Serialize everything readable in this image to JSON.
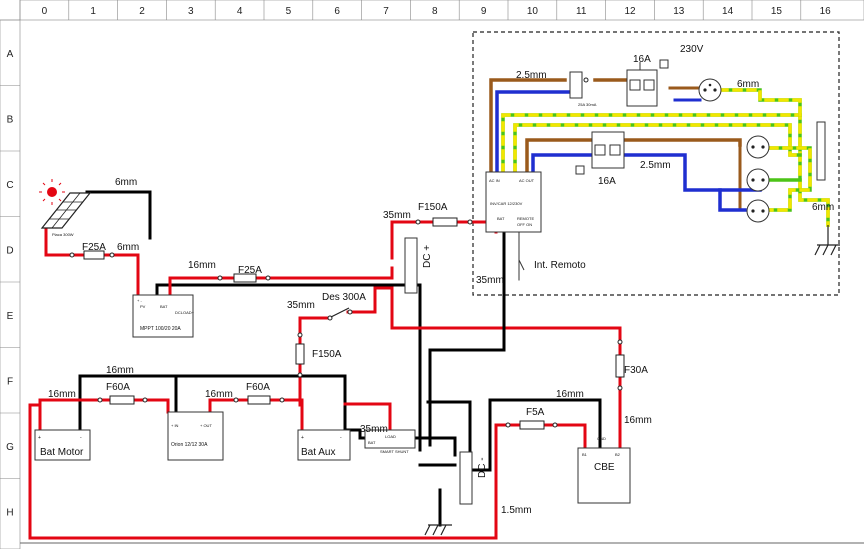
{
  "grid": {
    "columns": [
      "0",
      "1",
      "2",
      "3",
      "4",
      "5",
      "6",
      "7",
      "8",
      "9",
      "10",
      "11",
      "12",
      "13",
      "14",
      "15",
      "16"
    ],
    "rows": [
      "A",
      "B",
      "C",
      "D",
      "E",
      "F",
      "G",
      "H"
    ]
  },
  "components": {
    "solar_panel": "Placa 300W",
    "mppt": {
      "pv": "+ -",
      "pv_label": "PV",
      "bat": "BAT",
      "title": "MPPT 100/20 20A",
      "load": "DCLOAD+"
    },
    "bat_motor": "Bat Motor",
    "bat_aux": "Bat Aux",
    "orion": {
      "in": "+ IN",
      "out": "+ OUT",
      "title": "Orion 12/12 30A"
    },
    "monitor": {
      "title": "SMART SHUNT",
      "load": "LOAD",
      "in": "BAT"
    },
    "inverter": {
      "ac_in": "AC IN",
      "ac_out": "AC OUT",
      "title": "INV/CAR 12/230V",
      "bat": "BAT",
      "remote": "REMOTE",
      "off": "OFF  ON"
    },
    "cbe": {
      "title": "CBE",
      "b1": "B1",
      "gnd": "GND",
      "b2": "B2"
    },
    "dc_plus": "DC +",
    "dc_minus": "DC -",
    "int_remoto": "Int. Remoto",
    "voltage_230": "230V",
    "rcd": "25A 30mA"
  },
  "wire_labels": {
    "solar_6mm": "6mm",
    "solar_6mm_b": "6mm",
    "f25a_solar": "F25A",
    "mppt_16mm": "16mm",
    "f25a_mppt": "F25A",
    "des_35mm": "35mm",
    "des_300a": "Des 300A",
    "f150a_v": "F150A",
    "inv_35mm": "35mm",
    "f150a_inv": "F150A",
    "inv_35mm_b": "35mm",
    "bus_16mm": "16mm",
    "motor_16mm": "16mm",
    "f60a_a": "F60A",
    "orion_16mm": "16mm",
    "f60a_b": "F60A",
    "aux_35mm": "35mm",
    "f5a": "F5A",
    "cbe_16mm": "16mm",
    "f30a": "F30A",
    "f30a_16mm": "16mm",
    "cbe_15mm": "1.5mm",
    "ac_25mm_a": "2.5mm",
    "breaker_16a_a": "16A",
    "ac_6mm": "6mm",
    "breaker_16a_b": "16A",
    "ac_25mm_b": "2.5mm",
    "ground_6mm": "6mm"
  },
  "colors": {
    "positive": "#e30613",
    "negative": "#000000",
    "phase": "#9a5a1c",
    "neutral": "#1f2fd0",
    "earth_green": "#4cc417",
    "earth_yellow": "#f2e600"
  }
}
